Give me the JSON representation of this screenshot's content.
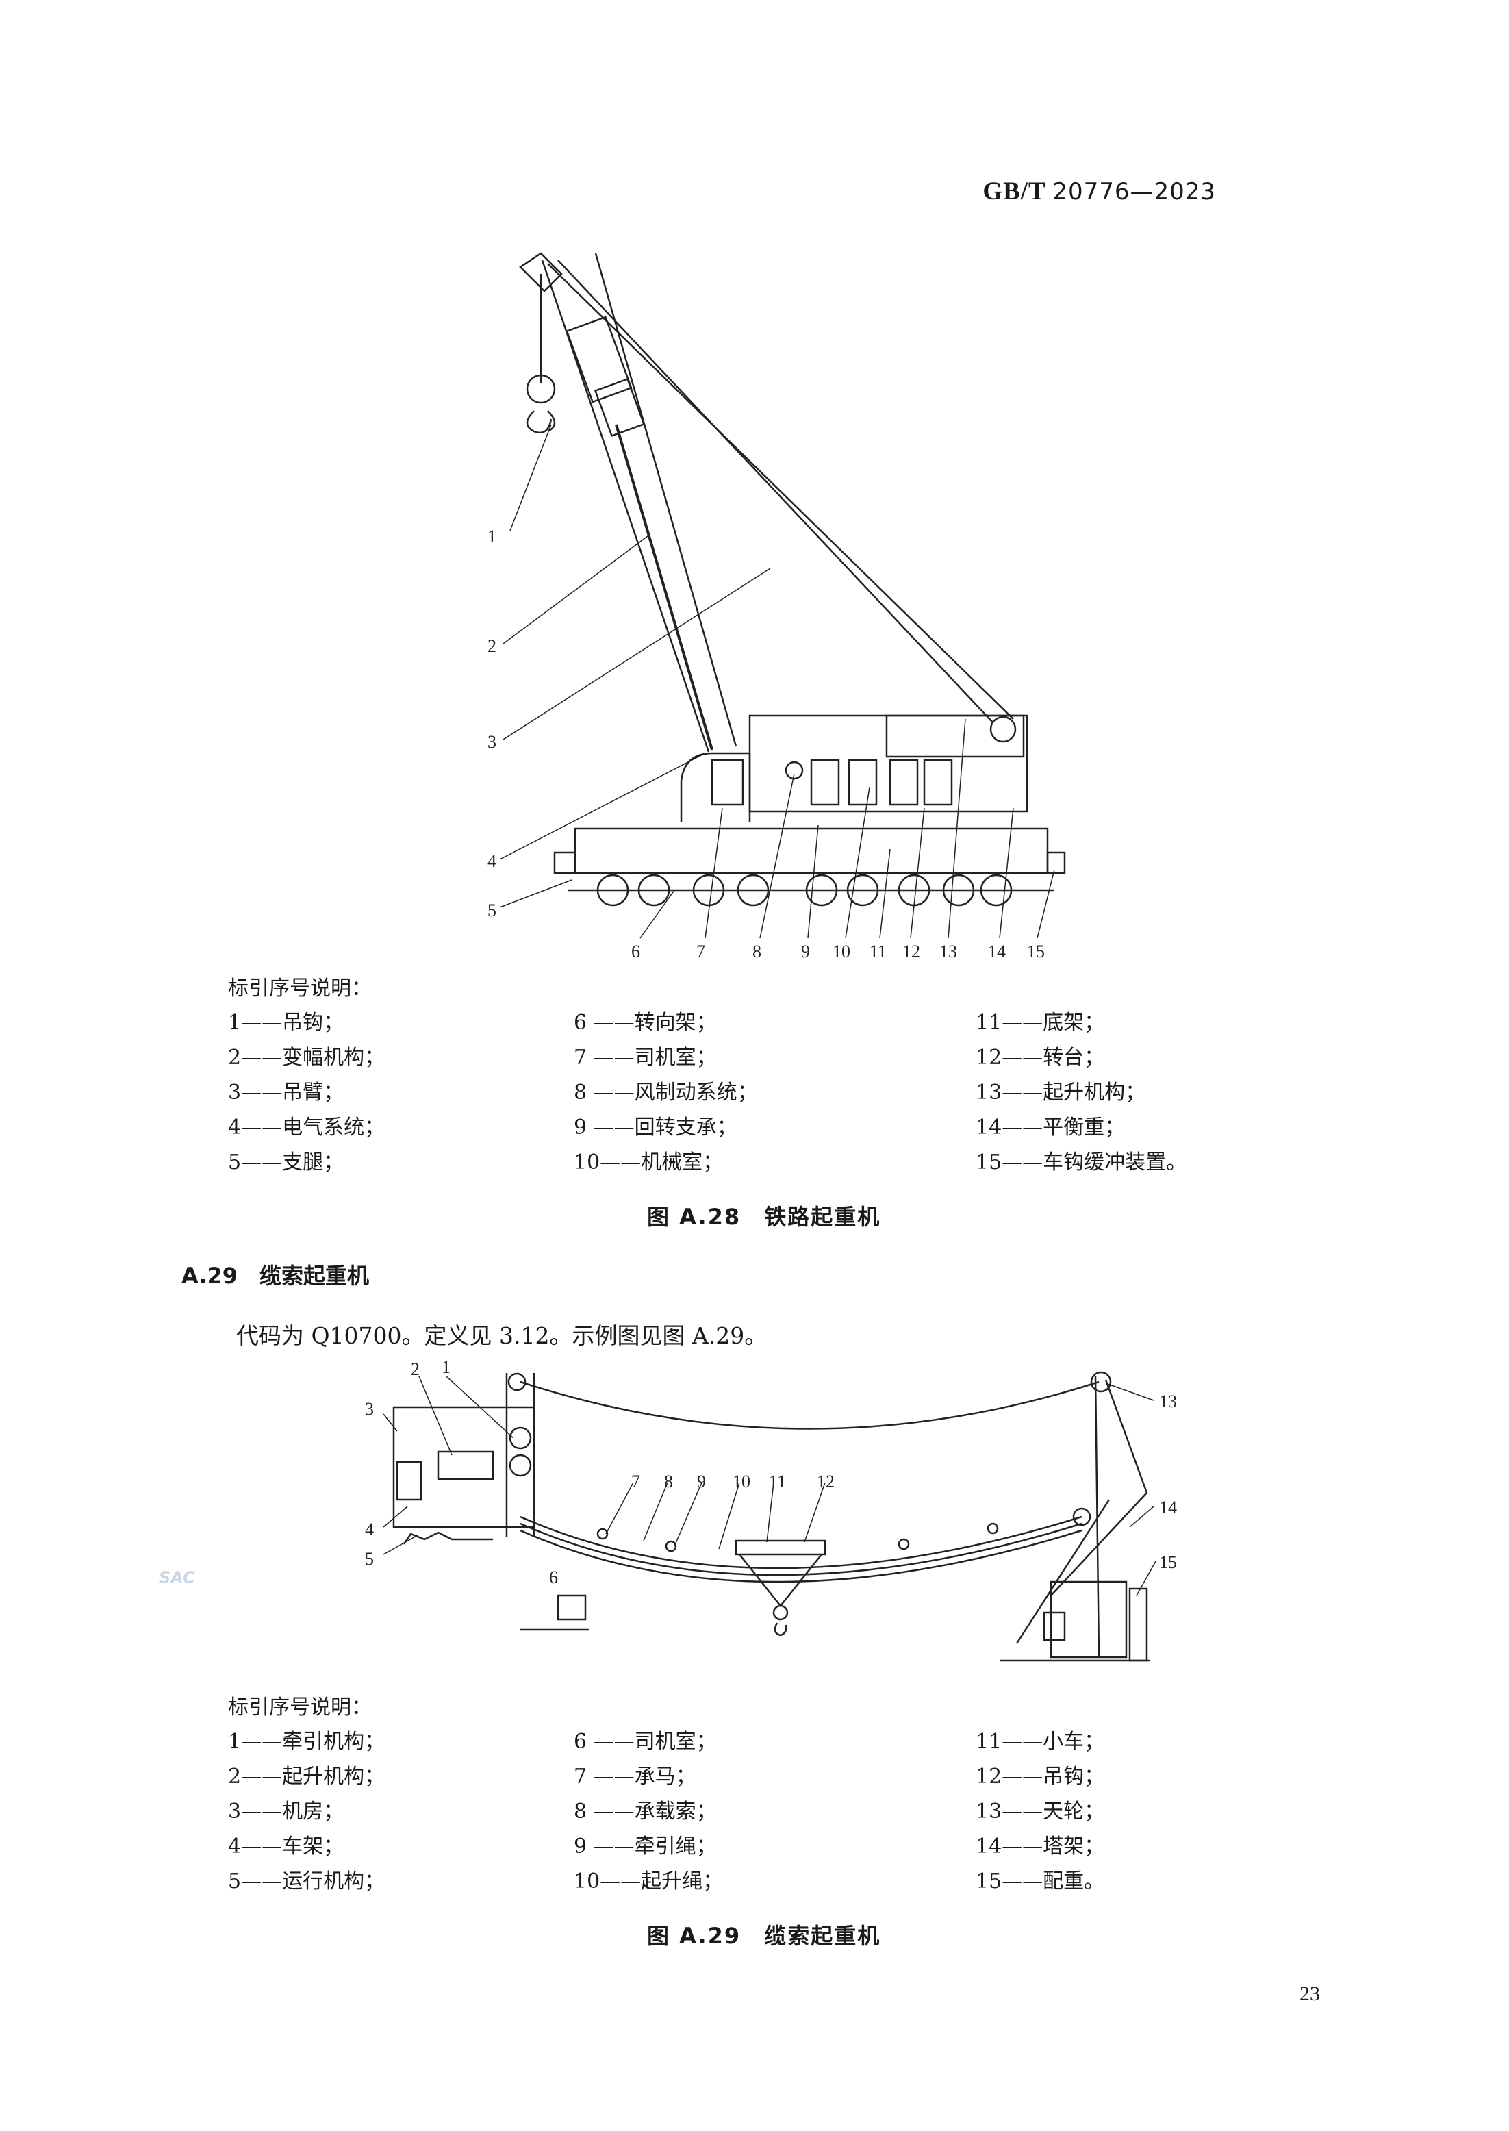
{
  "header": {
    "standard_prefix": "GB/T",
    "standard_number": "20776—2023"
  },
  "figure_a28": {
    "callouts": [
      "1",
      "2",
      "3",
      "4",
      "5",
      "6",
      "7",
      "8",
      "9",
      "10",
      "11",
      "12",
      "13",
      "14",
      "15"
    ],
    "legend_title": "标引序号说明：",
    "legend": [
      "1——吊钩；",
      "2——变幅机构；",
      "3——吊臂；",
      "4——电气系统；",
      "5——支腿；",
      "6 ——转向架；",
      "7 ——司机室；",
      "8 ——风制动系统；",
      "9 ——回转支承；",
      "10——机械室；",
      "11——底架；",
      "12——转台；",
      "13——起升机构；",
      "14——平衡重；",
      "15——车钩缓冲装置。"
    ],
    "caption": "图 A.28　铁路起重机"
  },
  "section": {
    "heading": "A.29　缆索起重机",
    "paragraph": "代码为 Q10700。定义见 3.12。示例图见图 A.29。"
  },
  "figure_a29": {
    "callouts": [
      "1",
      "2",
      "3",
      "4",
      "5",
      "6",
      "7",
      "8",
      "9",
      "10",
      "11",
      "12",
      "13",
      "14",
      "15"
    ],
    "legend_title": "标引序号说明：",
    "legend": [
      "1——牵引机构；",
      "2——起升机构；",
      "3——机房；",
      "4——车架；",
      "5——运行机构；",
      "6 ——司机室；",
      "7 ——承马；",
      "8 ——承载索；",
      "9 ——牵引绳；",
      "10——起升绳；",
      "11——小车；",
      "12——吊钩；",
      "13——天轮；",
      "14——塔架；",
      "15——配重。"
    ],
    "caption": "图 A.29　缆索起重机",
    "watermark": "SAC"
  },
  "footer": {
    "page_number": "23"
  }
}
